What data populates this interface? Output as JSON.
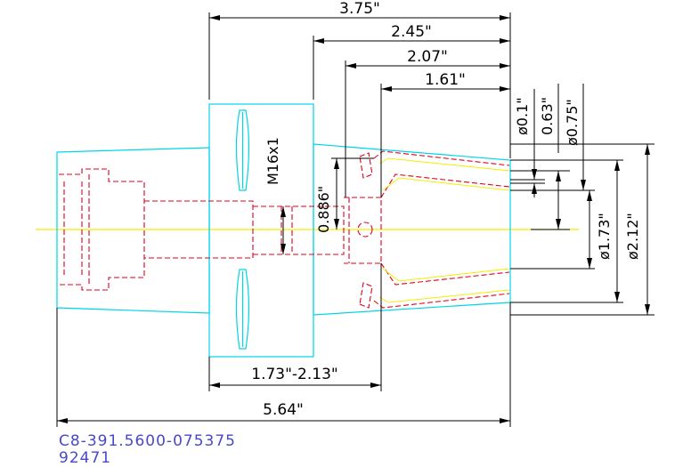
{
  "colors": {
    "outline": "#00d5e6",
    "hidden": "#e0001e",
    "centerline": "#f2ee00",
    "dimension": "#000000",
    "caption": "#4848cc"
  },
  "dimensions": {
    "overall_length": "5.64\"",
    "top_length_1": "3.75\"",
    "top_length_2": "2.45\"",
    "top_length_3": "2.07\"",
    "top_length_4": "1.61\"",
    "range_length": "1.73\"-2.13\"",
    "thread": "M16x1",
    "bore_depth": "0.886\"",
    "dia_small": "ø0.1\"",
    "dia_063": "0.63\"",
    "dia_075": "ø0.75\"",
    "dia_173": "ø1.73\"",
    "dia_212": "ø2.12\""
  },
  "caption": {
    "part_number": "C8-391.5600-075375",
    "part_code": "92471"
  }
}
